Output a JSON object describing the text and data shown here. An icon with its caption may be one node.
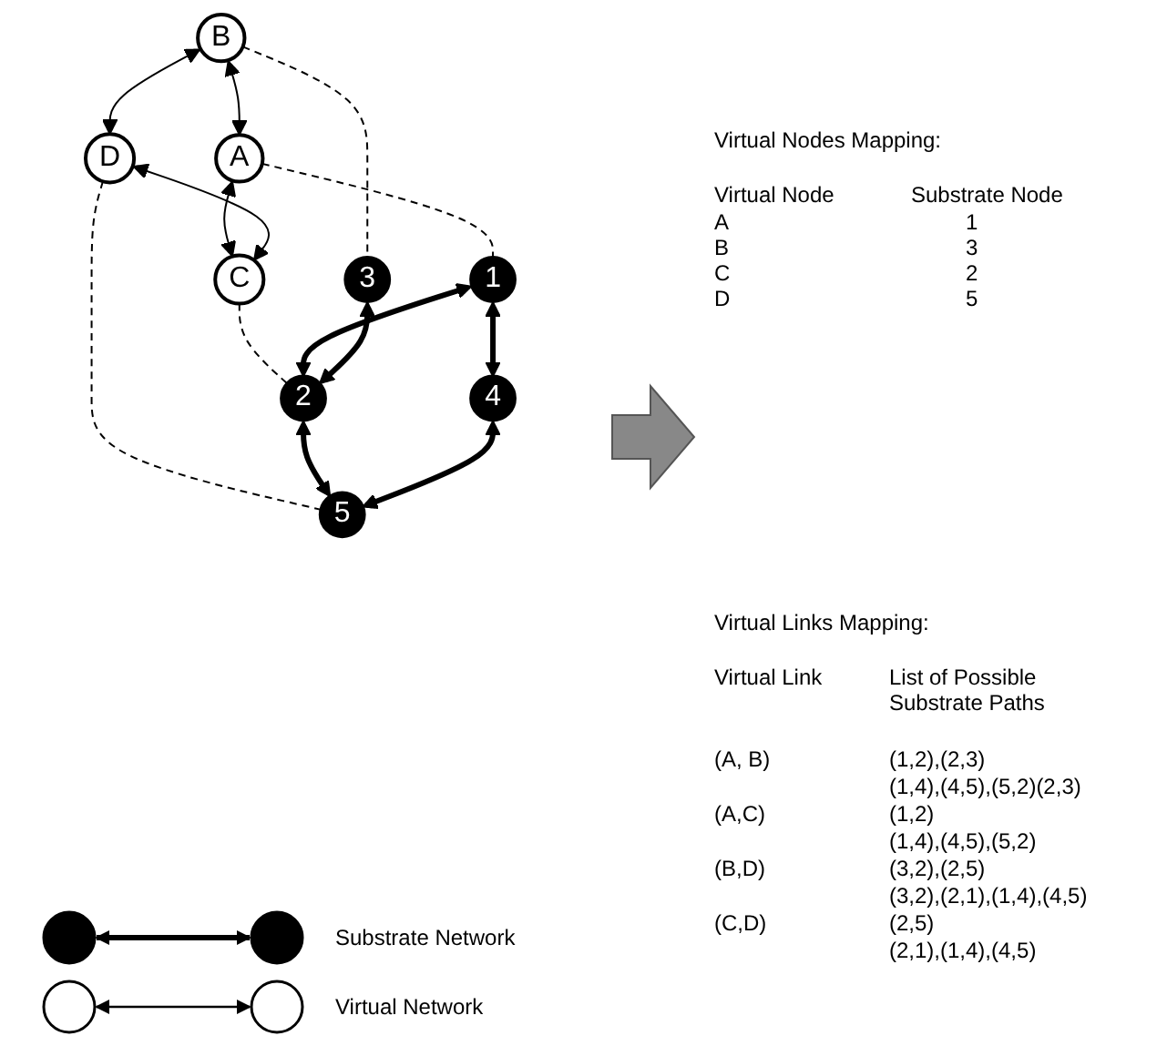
{
  "diagram": {
    "nodes": [
      {
        "text": [
          "B"
        ]
      },
      {
        "text": [
          "A"
        ]
      },
      {
        "text": [
          "D"
        ]
      },
      {
        "text": [
          "C"
        ]
      },
      {
        "text": [
          "3"
        ]
      },
      {
        "text": [
          "1"
        ]
      },
      {
        "text": [
          "5"
        ]
      },
      {
        "text": [
          "2"
        ]
      },
      {
        "text": [
          "4"
        ]
      }
    ],
    "edges": [
      {
        "from": 0,
        "to": 1,
        "arrow": "both"
      },
      {
        "from": 0,
        "to": 2,
        "arrow": "both"
      },
      {
        "from": 1,
        "to": 3,
        "arrow": "both"
      },
      {
        "from": 2,
        "to": 3,
        "arrow": "both"
      },
      {
        "from": 1,
        "to": 5,
        "arrow": "none",
        "style": "dashed"
      },
      {
        "from": 0,
        "to": 4,
        "arrow": "none",
        "style": "dashed"
      },
      {
        "from": 3,
        "to": 7,
        "arrow": "none",
        "style": "dashed"
      },
      {
        "from": 2,
        "to": 6,
        "arrow": "none",
        "style": "dashed"
      },
      {
        "from": 5,
        "to": 7,
        "arrow": "both",
        "style": "thick"
      },
      {
        "from": 5,
        "to": 8,
        "arrow": "both",
        "style": "thick"
      },
      {
        "from": 4,
        "to": 7,
        "arrow": "both",
        "style": "thick"
      },
      {
        "from": 7,
        "to": 6,
        "arrow": "both",
        "style": "thick"
      },
      {
        "from": 8,
        "to": 6,
        "arrow": "both",
        "style": "thick"
      }
    ],
    "labels": [
      "Virtual Nodes Mapping:",
      "Virtual Node",
      "Substrate Node",
      "A",
      "1",
      "B",
      "3",
      "C",
      "2",
      "D",
      "5",
      "Virtual Links Mapping:",
      "Virtual Link",
      "List of Possible Substrate Paths",
      "(A, B)",
      "(1,2),(2,3)",
      "(1,4),(4,5),(5,2)(2,3)",
      "(A,C)",
      "(1,2)",
      "(1,4),(4,5),(5,2)",
      "(B,D)",
      "(3,2),(2,5)",
      "(3,2),(2,1),(1,4),(4,5)",
      "(C,D)",
      "(2,5)",
      "(2,1),(1,4),(4,5)"
    ],
    "legend": [
      {
        "text": "Substrate Network"
      },
      {
        "text": "Virtual Network"
      }
    ]
  }
}
